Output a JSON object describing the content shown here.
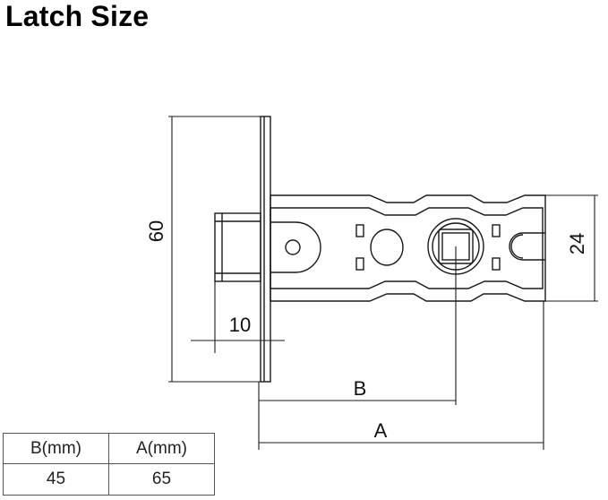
{
  "title": "Latch Size",
  "dimensions": {
    "height_label": "60",
    "face_label": "10",
    "width_label": "24",
    "b_label": "B",
    "a_label": "A"
  },
  "table": {
    "headers": [
      "B(mm)",
      "A(mm)"
    ],
    "rows": [
      [
        "45",
        "65"
      ]
    ]
  }
}
